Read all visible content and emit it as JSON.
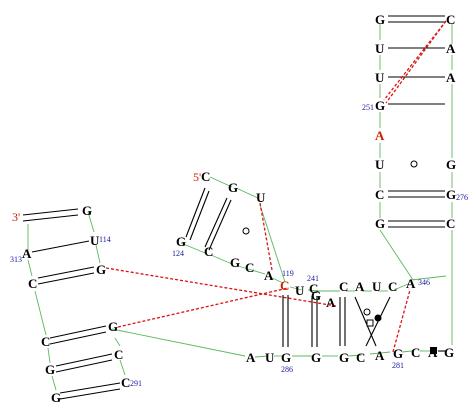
{
  "diagram": {
    "colors": {
      "backbone": "#5cb85c",
      "pair": "#000000",
      "tertiary": "#dd1111",
      "highlight": "#cc2200",
      "label": "#1a1aa0"
    },
    "end_labels": {
      "five_prime": "5'",
      "three_prime": "3'"
    },
    "nucleotides": {
      "n5c": "C",
      "n5g": "G",
      "n5u": "U",
      "n124": "G",
      "nC2": "C",
      "nG3": "G",
      "nC4": "C",
      "nA5": "A",
      "n119": "C",
      "nU6": "U",
      "nC241": "C",
      "nG7": "G",
      "nA8": "A",
      "nC9": "C",
      "nA10": "A",
      "nU11": "U",
      "nC12": "C",
      "n346": "A",
      "n3p": "G",
      "n114": "U",
      "n313": "A",
      "nCa": "C",
      "nGa": "G",
      "nGb": "G",
      "nCb": "C",
      "nGc": "G",
      "nCc": "C",
      "nG291": "G",
      "n291": "C",
      "nAb": "A",
      "nUb": "U",
      "n286": "G",
      "nGd": "G",
      "nGe": "G",
      "nCe": "C",
      "nAe": "A",
      "n281": "G",
      "nCf": "C",
      "nAf": "A",
      "nGf": "G",
      "t1l": "G",
      "t1r": "C",
      "t2l": "U",
      "t2r": "A",
      "t3l": "U",
      "t3r": "A",
      "n251": "G",
      "tA": "A",
      "tU": "U",
      "tG": "G",
      "tCl": "C",
      "n276": "G",
      "tGl": "G",
      "tCr": "C"
    },
    "numbers": {
      "l124": "124",
      "l119": "119",
      "l241": "241",
      "l346": "346",
      "l114": "114",
      "l313": "313",
      "l291": "291",
      "l286": "286",
      "l281": "281",
      "l251": "251",
      "l276": "276"
    }
  }
}
